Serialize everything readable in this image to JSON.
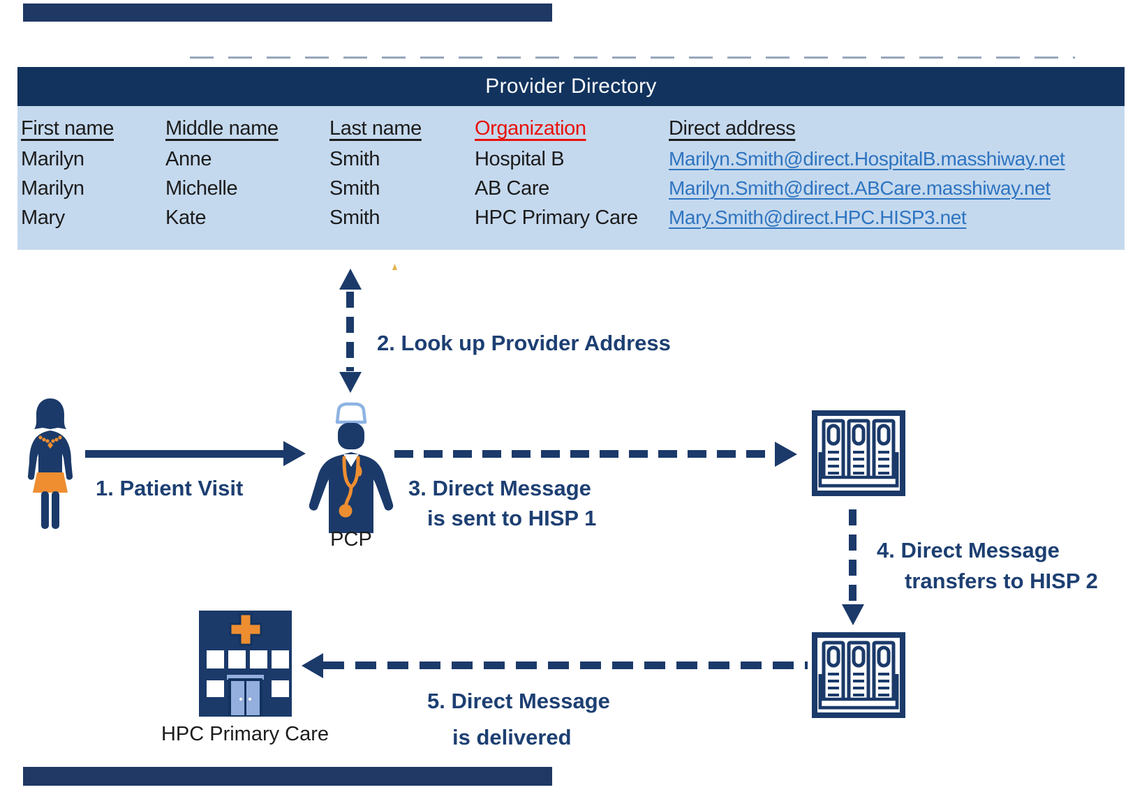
{
  "colors": {
    "directory_header_bar": "#12335e",
    "directory_table_bg": "#c5d9ee",
    "slide_edge_bar": "#1f3864",
    "diagram_navy": "#1b3a6a",
    "step_label_navy": "#1d3f72",
    "link_blue": "#2e74c0",
    "organization_red": "#e8120c",
    "accent_orange": "#ee8e31",
    "door_blue": "#94aedd",
    "cap_blue": "#8db3e2"
  },
  "directory": {
    "title": "Provider Directory",
    "headers": [
      "First name",
      "Middle name",
      "Last name",
      "Organization",
      "Direct address"
    ],
    "rows": [
      {
        "first": "Marilyn",
        "middle": "Anne",
        "last": "Smith",
        "org": "Hospital B",
        "address": "Marilyn.Smith@direct.HospitalB.masshiway.net"
      },
      {
        "first": "Marilyn",
        "middle": "Michelle",
        "last": "Smith",
        "org": "AB Care",
        "address": "Marilyn.Smith@direct.ABCare.masshiway.net"
      },
      {
        "first": "Mary",
        "middle": "Kate",
        "last": "Smith",
        "org": "HPC Primary Care",
        "address": "Mary.Smith@direct.HPC.HISP3.net"
      }
    ]
  },
  "steps": {
    "step1": "1. Patient Visit",
    "step2": "2. Look up Provider Address",
    "step3_line1": "3. Direct Message",
    "step3_line2": "is sent to HISP 1",
    "step4_line1": "4. Direct Message",
    "step4_line2": "transfers to HISP 2",
    "step5_line1": "5. Direct Message",
    "step5_line2": "is delivered"
  },
  "labels": {
    "pcp": "PCP",
    "clinic": "HPC Primary Care"
  }
}
